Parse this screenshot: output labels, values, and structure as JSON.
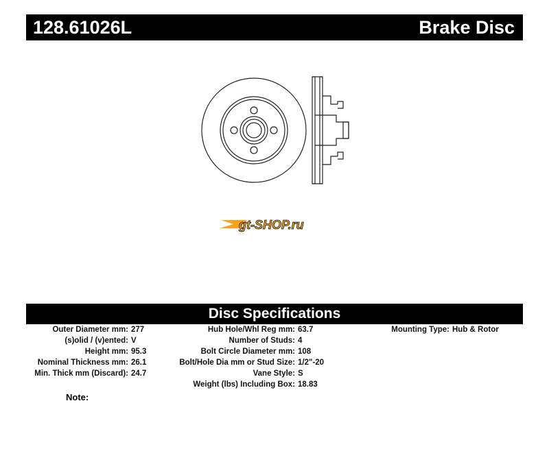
{
  "header": {
    "part_number": "128.61026L",
    "product_type": "Brake Disc"
  },
  "logo_text": "gt-shop.ru",
  "specs": {
    "title": "Disc Specifications",
    "col1": [
      {
        "label": "Outer Diameter mm:",
        "value": "277"
      },
      {
        "label": "(s)olid / (v)ented:",
        "value": "V"
      },
      {
        "label": "Height mm:",
        "value": "95.3"
      },
      {
        "label": "Nominal Thickness mm:",
        "value": "26.1"
      },
      {
        "label": "Min. Thick mm (Discard):",
        "value": "24.7"
      }
    ],
    "col2": [
      {
        "label": "Hub Hole/Whl Reg mm:",
        "value": "63.7"
      },
      {
        "label": "Number of Studs:",
        "value": "4"
      },
      {
        "label": "Bolt Circle Diameter mm:",
        "value": "108"
      },
      {
        "label": "Bolt/Hole Dia mm or Stud Size:",
        "value": "1/2\"-20"
      },
      {
        "label": "Vane Style:",
        "value": "S"
      },
      {
        "label": "Weight (lbs) Including Box:",
        "value": "18.83"
      }
    ],
    "col3": [
      {
        "label": "Mounting Type:",
        "value": "Hub & Rotor"
      }
    ],
    "note_label": "Note:"
  }
}
